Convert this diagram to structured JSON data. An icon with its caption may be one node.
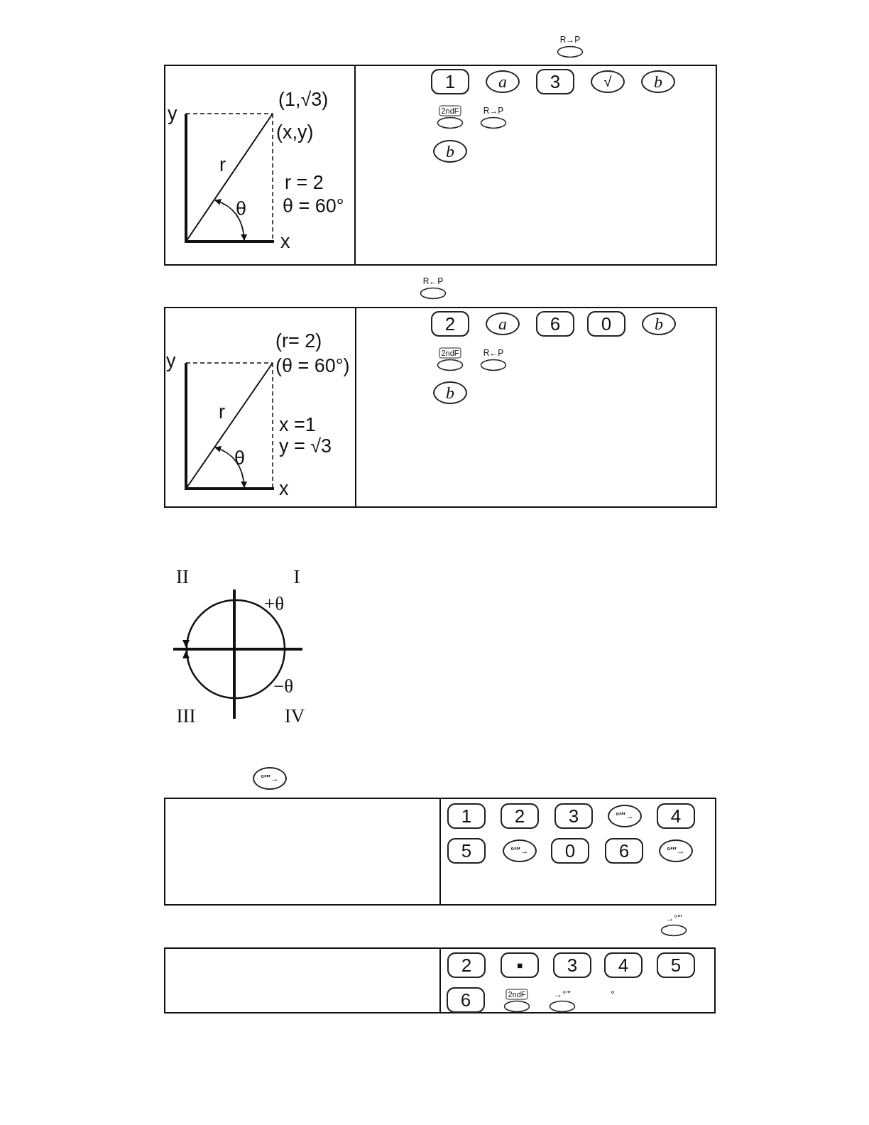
{
  "diagram": {
    "labels": [
      "R→P",
      "(1,√3)",
      "y",
      "(x,y)",
      "r",
      "r = 2",
      "θ",
      "θ = 60°",
      "x",
      "1",
      "a",
      "3",
      "√",
      "b",
      "2ndF",
      "R→P",
      "b",
      "R←P",
      "(r= 2)",
      "y",
      "(θ = 60°)",
      "r",
      "x =1",
      "θ",
      "y = √3",
      "x",
      "2",
      "a",
      "6",
      "0",
      "b",
      "2ndF",
      "R←P",
      "b",
      "II",
      "I",
      "+θ",
      "−θ",
      "III",
      "IV",
      "°′″→",
      "1",
      "2",
      "3",
      "°′″→",
      "4",
      "5",
      "°′″→",
      "0",
      "6",
      "°′″→",
      "→°′″",
      "2",
      "▪",
      "3",
      "4",
      "5",
      "6",
      "2ndF",
      "→°′″",
      "°"
    ]
  }
}
